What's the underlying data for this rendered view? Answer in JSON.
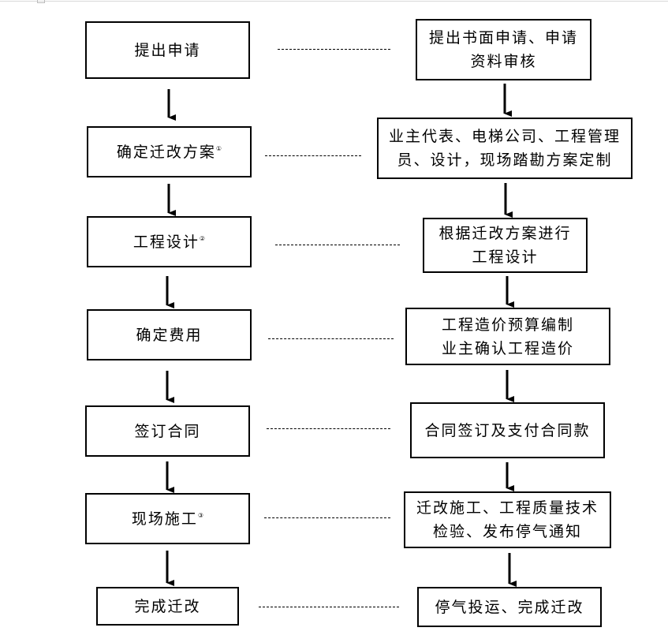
{
  "colors": {
    "line": "#000000",
    "box_fill": "#ffffff",
    "background": "#ffffff"
  },
  "steps": [
    {
      "label": "提出申请",
      "note": "",
      "detail": "提出书面申请、申请\n资料审核"
    },
    {
      "label": "确定迁改方案",
      "note": "①",
      "detail": "业主代表、电梯公司、工程管理\n员、设计，现场踏勘方案定制"
    },
    {
      "label": "工程设计",
      "note": "②",
      "detail": "根据迁改方案进行\n工程设计"
    },
    {
      "label": "确定费用",
      "note": "",
      "detail": "工程造价预算编制\n业主确认工程造价"
    },
    {
      "label": "签订合同",
      "note": "",
      "detail": "合同签订及支付合同款"
    },
    {
      "label": "现场施工",
      "note": "③",
      "detail": "迁改施工、工程质量技术\n检验、发布停气通知"
    },
    {
      "label": "完成迁改",
      "note": "",
      "detail": "停气投运、完成迁改"
    }
  ]
}
